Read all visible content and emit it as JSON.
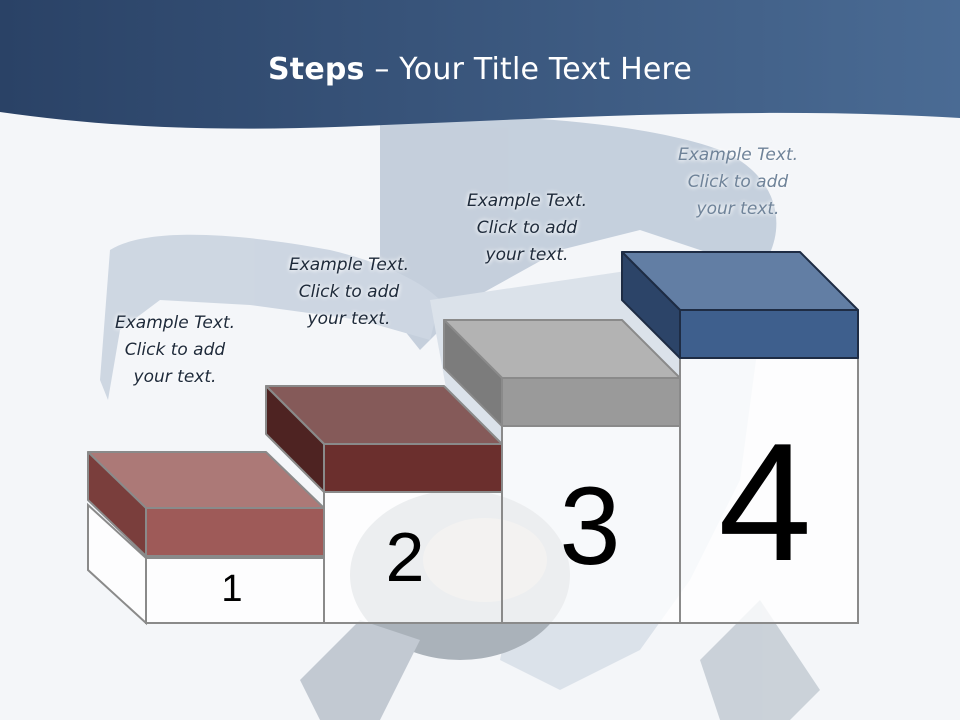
{
  "title": {
    "bold": "Steps",
    "rest": " – Your Title Text Here"
  },
  "steps": [
    {
      "number": "1",
      "text_line1": "Example Text.",
      "text_line2": "Click  to add",
      "text_line3": "your text.",
      "color": "#9e5a58"
    },
    {
      "number": "2",
      "text_line1": "Example Text.",
      "text_line2": "Click  to add",
      "text_line3": "your text.",
      "color": "#6b2f2d"
    },
    {
      "number": "3",
      "text_line1": "Example Text.",
      "text_line2": "Click  to add",
      "text_line3": "your text.",
      "color": "#9a9a9a"
    },
    {
      "number": "4",
      "text_line1": "Example Text.",
      "text_line2": "Click  to add",
      "text_line3": "your text.",
      "color": "#3e5f8d"
    }
  ],
  "colors": {
    "header": "#344f73",
    "outline": "#8a8a8a"
  }
}
